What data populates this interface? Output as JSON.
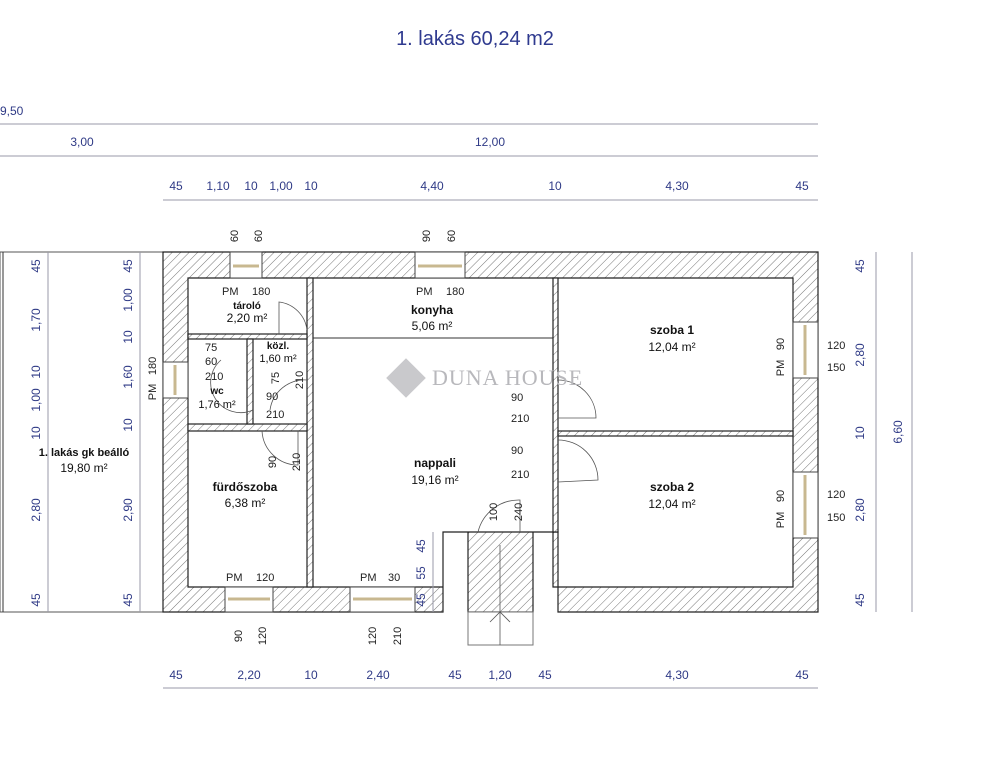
{
  "title": "1. lakás 60,24 m2",
  "watermark": "DUNA HOUSE",
  "colors": {
    "dimension": "#2f3a86",
    "wall": "#222222",
    "watermark": "#b8b8bc"
  },
  "dims_top": {
    "total": "9,50",
    "row2": [
      "3,00",
      "12,00"
    ],
    "row3": [
      "45",
      "1,10",
      "10",
      "1,00",
      "10",
      "4,40",
      "10",
      "4,30",
      "45"
    ]
  },
  "dims_bottom": [
    "45",
    "2,20",
    "10",
    "2,40",
    "45",
    "1,20",
    "45",
    "4,30",
    "45"
  ],
  "dims_left_outer": [
    "45",
    "1,70",
    "10",
    "1,00",
    "10",
    "2,80",
    "45"
  ],
  "dims_left_inner": [
    "45",
    "1,00",
    "10",
    "1,60",
    "10",
    "2,90",
    "45"
  ],
  "dims_right_inner": [
    "45",
    "2,80",
    "10",
    "2,80",
    "45"
  ],
  "dims_right_total": "6,60",
  "dims_entrance": [
    "45",
    "55",
    "45"
  ],
  "rooms": [
    {
      "name": "tároló",
      "area": "2,20 m²"
    },
    {
      "name": "konyha",
      "area": "5,06 m²"
    },
    {
      "name": "közl.",
      "area": "1,60 m²"
    },
    {
      "name": "wc",
      "area": "1,76 m²"
    },
    {
      "name": "fürdőszoba",
      "area": "6,38 m²"
    },
    {
      "name": "nappali",
      "area": "19,16 m²"
    },
    {
      "name": "szoba 1",
      "area": "12,04 m²"
    },
    {
      "name": "szoba 2",
      "area": "12,04 m²"
    },
    {
      "name": "1. lakás gk beálló",
      "area": "19,80 m²"
    }
  ],
  "windows": {
    "taroló": {
      "pm": "PM",
      "pm_val": "180",
      "w": "60",
      "h": "60"
    },
    "konyha": {
      "pm": "PM",
      "pm_val": "180",
      "w": "90",
      "h": "60"
    },
    "wc": {
      "pm": "PM",
      "pm_val": "180"
    },
    "szoba1": {
      "pm": "PM",
      "pm_val": "90",
      "w": "120",
      "h": "150"
    },
    "szoba2": {
      "pm": "PM",
      "pm_val": "90",
      "w": "120",
      "h": "150"
    },
    "furdo": {
      "pm": "PM",
      "pm_val": "120",
      "w": "90",
      "h": "120"
    },
    "nappali": {
      "pm": "PM",
      "pm_val": "30",
      "w": "120",
      "h": "210"
    }
  },
  "doors": {
    "wc": {
      "w": "75",
      "w2": "60",
      "h": "210"
    },
    "kozl": {
      "w": "75",
      "h": "210"
    },
    "taroló": {
      "w": "90",
      "h": "210"
    },
    "furdo": {
      "w": "90",
      "h": "210"
    },
    "szoba1": {
      "w": "90",
      "h": "210"
    },
    "szoba2": {
      "w": "90",
      "h": "210"
    },
    "entrance": {
      "w": "100",
      "h": "240"
    }
  }
}
